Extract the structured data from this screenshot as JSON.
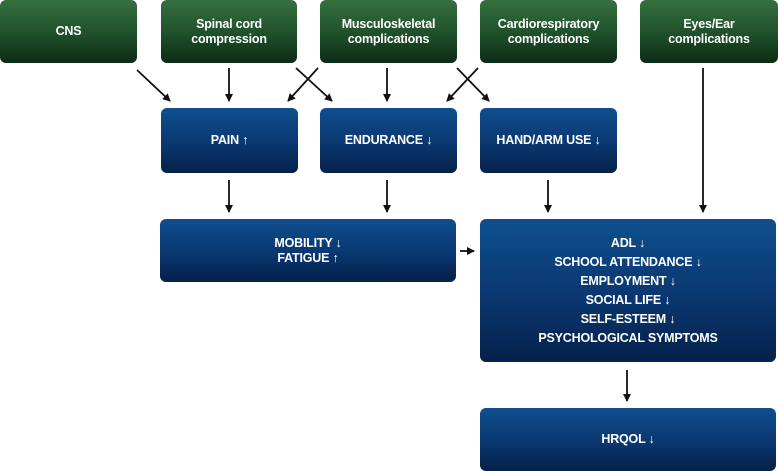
{
  "causes": {
    "cns": "CNS",
    "spinal_line1": "Spinal cord",
    "spinal_line2": "compression",
    "musculo_line1": "Musculoskeletal",
    "musculo_line2": "complications",
    "cardio_line1": "Cardiorespiratory",
    "cardio_line2": "complications",
    "eyes_line1": "Eyes/Ear",
    "eyes_line2": "complications"
  },
  "effects": {
    "pain": "PAIN ↑",
    "endurance": "ENDURANCE ↓",
    "hand_arm": "HAND/ARM USE ↓"
  },
  "mobility": {
    "line1": "MOBILITY ↓",
    "line2": "FATIGUE ↑"
  },
  "outcomes": {
    "items": [
      "ADL ↓",
      "SCHOOL ATTENDANCE ↓",
      "EMPLOYMENT ↓",
      "SOCIAL LIFE ↓",
      "SELF-ESTEEM ↓",
      "PSYCHOLOGICAL SYMPTOMS"
    ]
  },
  "hrqol": "HRQOL ↓",
  "colors": {
    "green_top": "#35703f",
    "green_bottom": "#0b2c15",
    "blue_top": "#0e4f8e",
    "blue_bottom": "#05204a",
    "arrow": "#111111"
  }
}
